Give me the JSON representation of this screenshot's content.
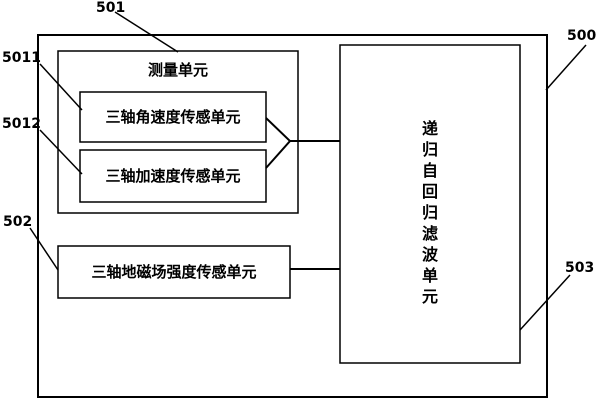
{
  "reference_labels": {
    "device": "500",
    "top_group": "501",
    "angular": "5011",
    "accel": "5012",
    "magnet": "502",
    "filter": "503"
  },
  "blocks": {
    "measurement_unit": "测量单元",
    "angular_rate": "三轴角速度传感单元",
    "acceleration": "三轴加速度传感单元",
    "magnetic": "三轴地磁场强度传感单元",
    "filter_chars": [
      "递",
      "归",
      "自",
      "回",
      "归",
      "滤",
      "波",
      "单",
      "元"
    ]
  }
}
